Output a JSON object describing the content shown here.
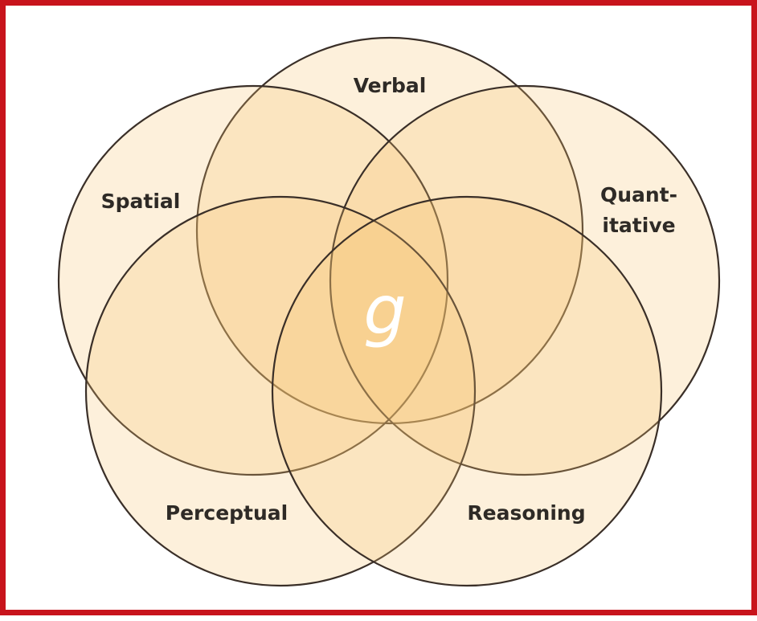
{
  "diagram": {
    "colors": {
      "border": "#c8141c",
      "fill": "#f7c470",
      "outline": "#3a2f28",
      "label": "#2e2a26",
      "center_text": "#ffffff"
    },
    "labels": {
      "verbal": "Verbal",
      "spatial": "Spatial",
      "quantitative_line1": "Quant-",
      "quantitative_line2": "itative",
      "perceptual": "Perceptual",
      "reasoning": "Reasoning"
    },
    "center": "g"
  }
}
